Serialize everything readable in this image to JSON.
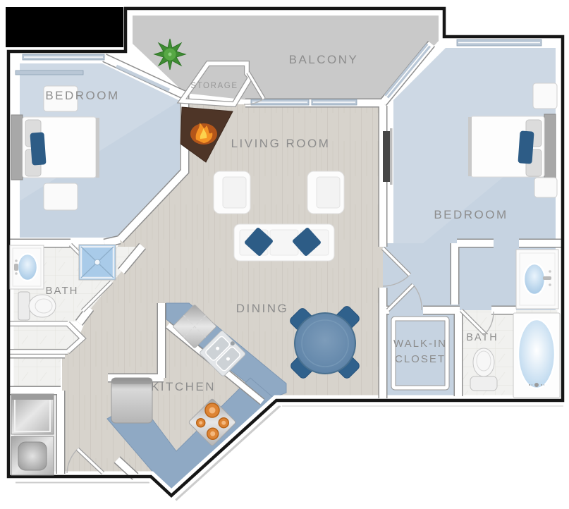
{
  "plan": {
    "kind": "apartment-floor-plan",
    "bedrooms": 2,
    "bathrooms": 2
  },
  "rooms": [
    {
      "id": "bedroom-left",
      "label": "BEDROOM"
    },
    {
      "id": "balcony",
      "label": "BALCONY"
    },
    {
      "id": "storage",
      "label": "STORAGE"
    },
    {
      "id": "living-room",
      "label": "LIVING ROOM"
    },
    {
      "id": "bedroom-right",
      "label": "BEDROOM"
    },
    {
      "id": "bath-left",
      "label": "BATH"
    },
    {
      "id": "dining",
      "label": "DINING"
    },
    {
      "id": "kitchen",
      "label": "KITCHEN"
    },
    {
      "id": "walk-in-closet",
      "label_line1": "WALK-IN",
      "label_line2": "CLOSET"
    },
    {
      "id": "bath-right",
      "label": "BATH"
    }
  ],
  "furniture_icons": [
    "queen-bed",
    "nightstand",
    "wall-tv",
    "corner-fireplace",
    "potted-plant",
    "armchair",
    "sofa-with-pillows",
    "round-dining-table",
    "dining-chair",
    "kitchen-double-sink",
    "dishwasher",
    "range-cooktop",
    "refrigerator",
    "bathroom-vanity-sink",
    "walk-in-shower",
    "toilet",
    "bathtub",
    "stacked-washer",
    "stacked-dryer"
  ],
  "palette": {
    "bedroom_floor": "#c6d3e1",
    "wood_floor": "#d7d3cc",
    "wood_plank_line": "#c8c3bc",
    "balcony_floor": "#c9c9c9",
    "counter_blue": "#8fa9c4",
    "bath_tile": "#f1f1ef",
    "accent_pillow_blue": "#2d5c86",
    "dining_table_blue": "#5d82a7",
    "dining_chair_blue": "#30618c",
    "burner_orange": "#dd8434",
    "fireplace_brown": "#4e3527",
    "flame_orange": "#e87817",
    "plant_green": "#3f8c33",
    "wall_white": "#ffffff",
    "wall_outline_gray": "#8f8f8f",
    "exterior_wall_black": "#161616",
    "label_gray": "#8d8d8d",
    "window_glass": "#b9c7d6",
    "logo_block": "#000000"
  }
}
